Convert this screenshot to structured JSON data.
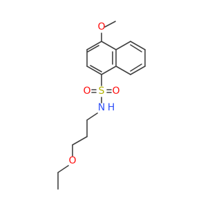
{
  "molecule": {
    "atoms": {
      "methoxy_o": {
        "label": "O",
        "color": "#ff0d0d"
      },
      "sulfonyl_o_left": {
        "label": "O",
        "color": "#ff0d0d"
      },
      "sulfur": {
        "label": "S",
        "color": "#b2b200"
      },
      "sulfonyl_o_right": {
        "label": "O",
        "color": "#ff0d0d"
      },
      "amine": {
        "label": "N",
        "color": "#3050f8"
      },
      "amine_h": {
        "label": "H",
        "color": "#3050f8"
      },
      "ether_o": {
        "label": "O",
        "color": "#ff0d0d"
      }
    },
    "bond_color": "#404040"
  }
}
